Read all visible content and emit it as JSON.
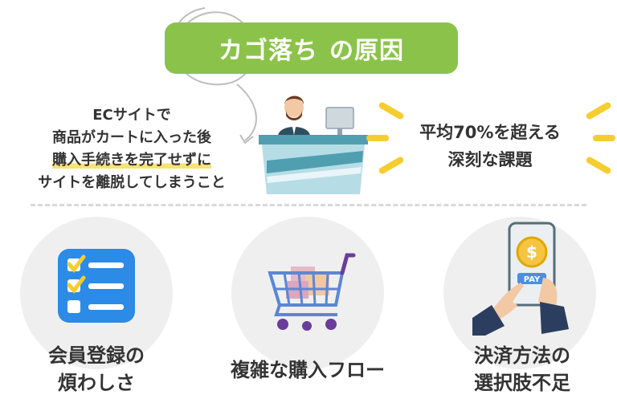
{
  "title": {
    "main": "カゴ落ち",
    "sub": "の原因"
  },
  "definition": {
    "lines": [
      "ECサイトで",
      "商品がカートに入った後",
      "購入手続きを完了せずに",
      "サイトを離脱してしまうこと"
    ]
  },
  "issue": {
    "lines": [
      "平均70%を超える",
      "深刻な課題"
    ]
  },
  "causes": [
    {
      "lines": [
        "会員登録の",
        "煩わしさ"
      ],
      "icon": "checklist-icon"
    },
    {
      "lines": [
        "複雑な購入フロー"
      ],
      "icon": "shopping-cart-icon"
    },
    {
      "lines": [
        "決済方法の",
        "選択肢不足"
      ],
      "icon": "smartphone-payment-icon"
    }
  ],
  "payment_button": "PAY",
  "coin_symbol": "$",
  "colors": {
    "accent": "#8bc34a",
    "highlight": "#f8e27a",
    "burst": "#f6cd2e",
    "counter": "#7fbcc9"
  }
}
